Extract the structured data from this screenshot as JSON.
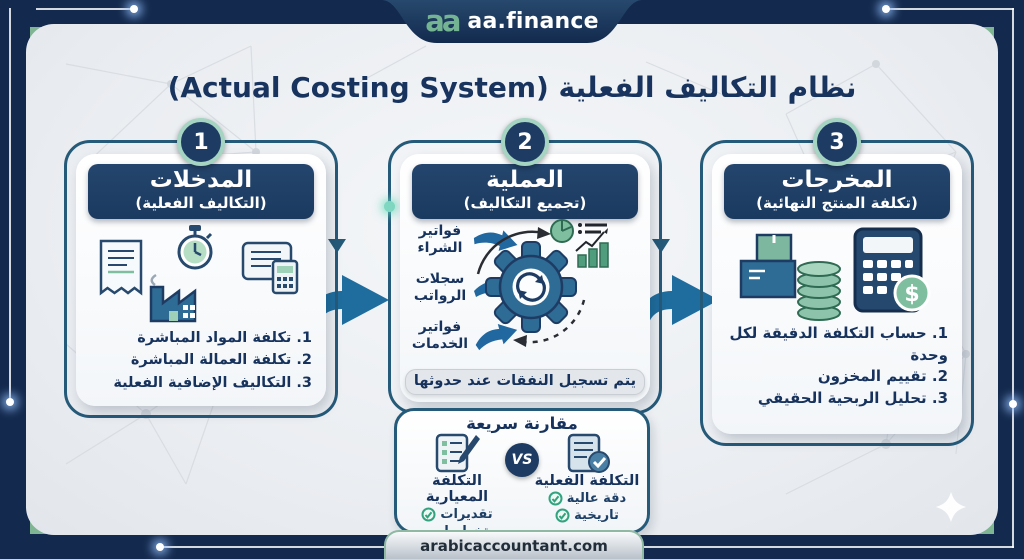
{
  "brand": {
    "logo": "aa",
    "name": "aa.finance"
  },
  "title": "نظام التكاليف الفعلية (Actual Costing System)",
  "footer": {
    "url": "arabicaccountant.com"
  },
  "cards": [
    {
      "number": "1",
      "title": "المدخلات",
      "subtitle": "(التكاليف الفعلية)",
      "items": [
        "1. تكلفة المواد المباشرة",
        "2. تكلفة العمالة المباشرة",
        "3. التكاليف الإضافية الفعلية"
      ]
    },
    {
      "number": "2",
      "title": "العملية",
      "subtitle": "(تجميع التكاليف)",
      "inputs": [
        "فواتير الشراء",
        "سجلات الرواتب",
        "فواتير الخدمات"
      ],
      "note": "يتم تسجيل النفقات عند حدوثها"
    },
    {
      "number": "3",
      "title": "المخرجات",
      "subtitle": "(تكلفة المنتج النهائية)",
      "items": [
        "1. حساب التكلفة الدقيقة لكل وحدة",
        "2. تقييم المخزون",
        "3. تحليل الربحية الحقيقي"
      ]
    }
  ],
  "comparison": {
    "title": "مقارنة سريعة",
    "vs": "VS",
    "standard": {
      "label": "التكلفة المعيارية",
      "items": [
        "تقديرات",
        "تخطيط مستقبلي"
      ]
    },
    "actual": {
      "label": "التكلفة الفعلية",
      "items": [
        "دقة عالية",
        "تاريخية"
      ]
    }
  },
  "icons": {
    "dollar": "$"
  },
  "colors": {
    "frame_navy": "#13294d",
    "panel": "#edeff3",
    "card_outline": "#265a79",
    "header_navy": "#1e3c63",
    "arrow_blue": "#1f6d9e",
    "mint_ring": "#a6d4c2",
    "accent_green": "#74b493",
    "check_green": "#33a27f",
    "text_navy": "#17335d"
  }
}
